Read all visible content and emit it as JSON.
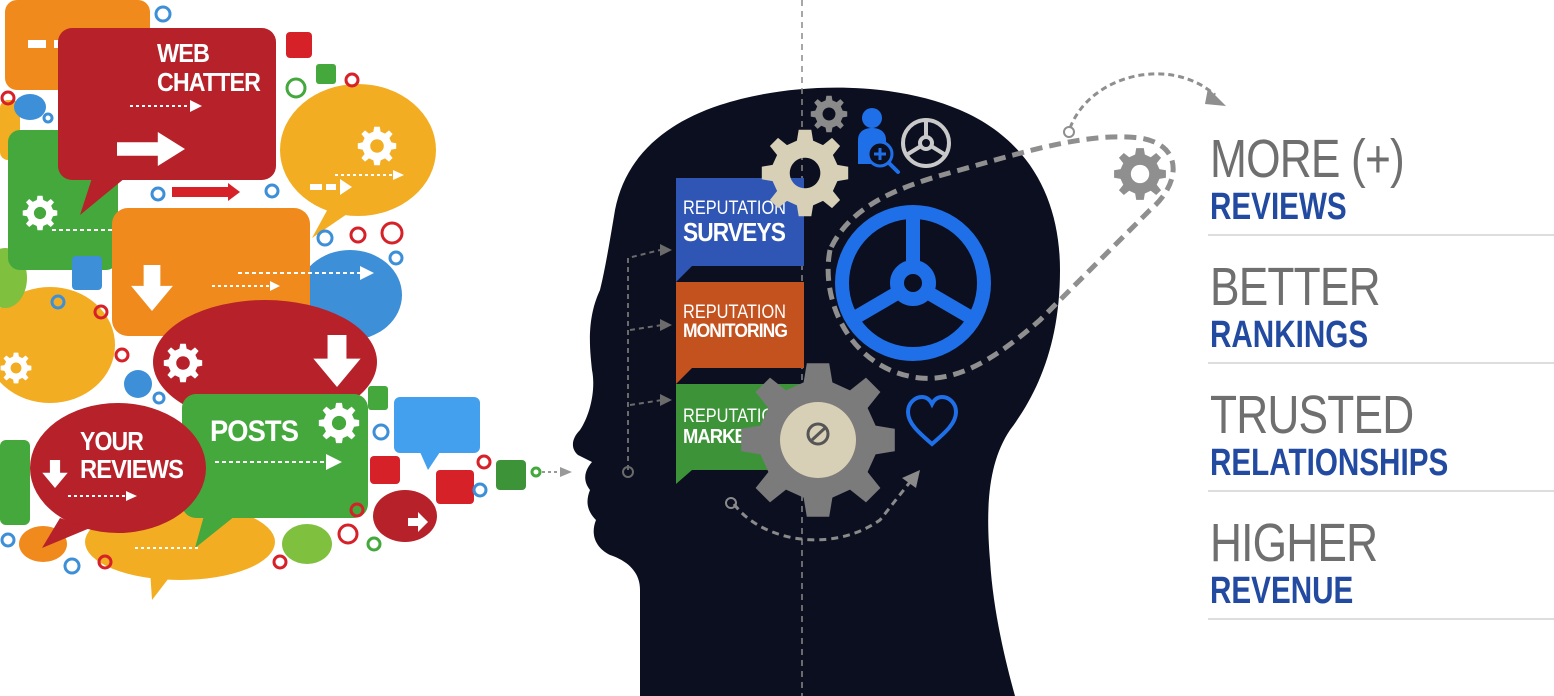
{
  "bubbles": {
    "web_chatter": [
      "WEB",
      "CHATTER"
    ],
    "your_reviews": [
      "YOUR",
      "REVIEWS"
    ],
    "posts": "POSTS"
  },
  "panels": [
    {
      "top": "REPUTATION",
      "bottom": "SURVEYS",
      "color": "#2f55b5"
    },
    {
      "top": "REPUTATION",
      "bottom": "MONITORING",
      "color": "#c4521f"
    },
    {
      "top": "REPUTATION",
      "bottom": "MARKETING",
      "color": "#3d9438"
    }
  ],
  "outcomes": [
    {
      "line1": "MORE (+)",
      "line2": "REVIEWS"
    },
    {
      "line1": "BETTER",
      "line2": "RANKINGS"
    },
    {
      "line1": "TRUSTED",
      "line2": "RELATIONSHIPS"
    },
    {
      "line1": "HIGHER",
      "line2": "REVENUE"
    }
  ],
  "colors": {
    "head": "#0b0f1f",
    "accent_blue": "#1f6fe8",
    "outcome_grey": "#6f6f6f",
    "outcome_blue": "#214aa0",
    "bubble_red": "#b7212a",
    "bubble_orange": "#f08a1c",
    "bubble_yellow": "#f3ad22",
    "bubble_green": "#44a83c",
    "bubble_blue": "#3d8fd8"
  },
  "icons": [
    "gear-icon",
    "person-search-icon",
    "steering-wheel-icon",
    "heart-icon",
    "arrow-right-icon",
    "arrow-down-icon"
  ]
}
